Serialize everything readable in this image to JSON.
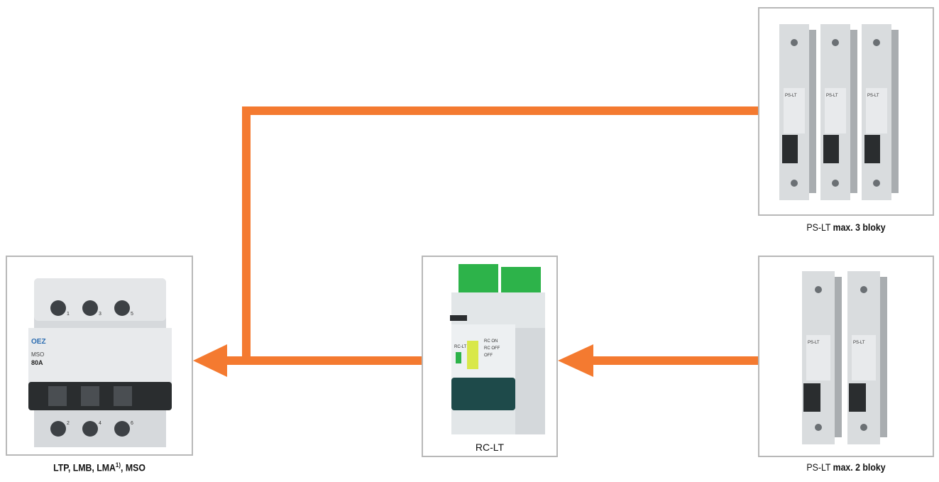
{
  "colors": {
    "arrow": "#f47a30",
    "frame_border": "#b8b8b8",
    "terminal_green": "#2db34a",
    "lever_dark": "#2a2d2f"
  },
  "nodes": {
    "breaker": {
      "brand": "OEZ",
      "model": "MSO",
      "rating": "80A",
      "terminals_top": [
        "1",
        "3",
        "5"
      ],
      "terminals_bottom": [
        "2",
        "4",
        "6"
      ],
      "caption_plain": "LTP, LMB, LMA",
      "caption_sup": "1)",
      "caption_rest": ", MSO"
    },
    "rc": {
      "labels": [
        "RC ON",
        "RC OFF",
        "OFF"
      ],
      "model": "RC-LT",
      "caption": "RC-LT"
    },
    "ps3": {
      "module_label": "PS-LT",
      "caption_plain": "PS-LT ",
      "caption_bold": "max. 3 bloky"
    },
    "ps2": {
      "module_label": "PS-LT",
      "caption_plain": "PS-LT ",
      "caption_bold": "max. 2 bloky"
    }
  },
  "edges": [
    {
      "from": "ps3",
      "to": "breaker"
    },
    {
      "from": "rc",
      "to": "breaker"
    },
    {
      "from": "ps2",
      "to": "rc"
    }
  ]
}
